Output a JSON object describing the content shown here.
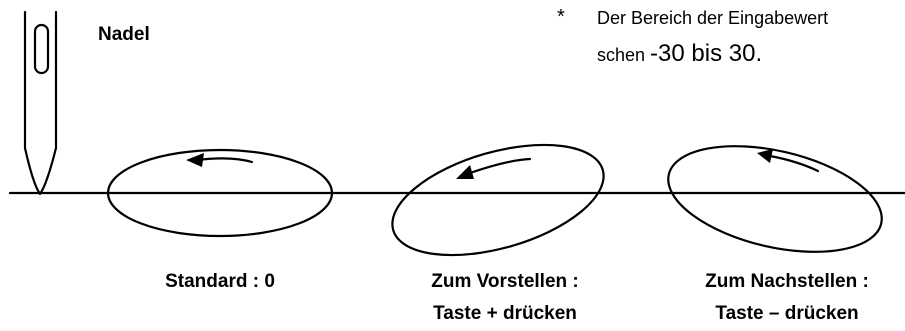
{
  "needle_label": "Nadel",
  "note": {
    "marker": "*",
    "line1": "Der Bereich der Eingabewert",
    "line2_prefix": "schen ",
    "line2_range": "-30 bis 30",
    "line2_suffix": "."
  },
  "loops": [
    {
      "label": "Standard : 0"
    },
    {
      "label_line1": "Zum Vorstellen :",
      "label_line2": "Taste + drücken"
    },
    {
      "label_line1": "Zum Nachstellen :",
      "label_line2": "Taste – drücken"
    }
  ],
  "colors": {
    "stroke": "#000000",
    "background": "#ffffff"
  }
}
